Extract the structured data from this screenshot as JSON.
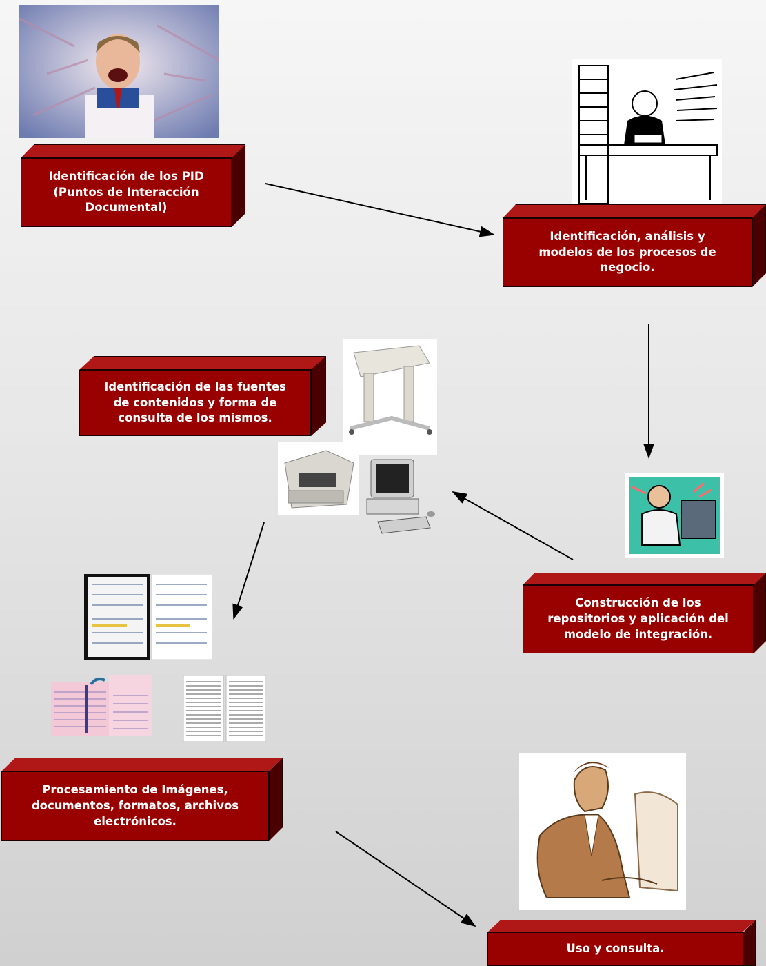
{
  "steps": [
    {
      "id": "pid",
      "lines": [
        "Identificación de los PID",
        "(Puntos de Interacción",
        "Documental)"
      ]
    },
    {
      "id": "procesos",
      "lines": [
        "Identificación, análisis y",
        "modelos de los procesos de",
        "negocio."
      ]
    },
    {
      "id": "fuentes",
      "lines": [
        "Identificación de las fuentes",
        "de contenidos y forma de",
        "consulta de los mismos."
      ]
    },
    {
      "id": "repositorios",
      "lines": [
        "Construcción de los",
        "repositorios y aplicación del",
        "modelo de integración."
      ]
    },
    {
      "id": "procesamiento",
      "lines": [
        "Procesamiento de Imágenes,",
        "documentos, formatos, archivos",
        "electrónicos."
      ]
    },
    {
      "id": "uso",
      "lines": [
        "Uso y consulta."
      ]
    }
  ],
  "colors": {
    "box_front": "#990000",
    "box_top": "#b01818",
    "box_side": "#4a0000",
    "arrow": "#000000"
  },
  "icons": [
    "stressed-man-in-papers-photo",
    "overworked-man-at-desk-clipart",
    "wide-format-printer-photo",
    "office-copier-photo",
    "desktop-computer-photo",
    "man-at-computer-clipart",
    "scanned-form-documents",
    "pink-form-documents",
    "text-document-pages",
    "man-using-computer-clipart"
  ]
}
